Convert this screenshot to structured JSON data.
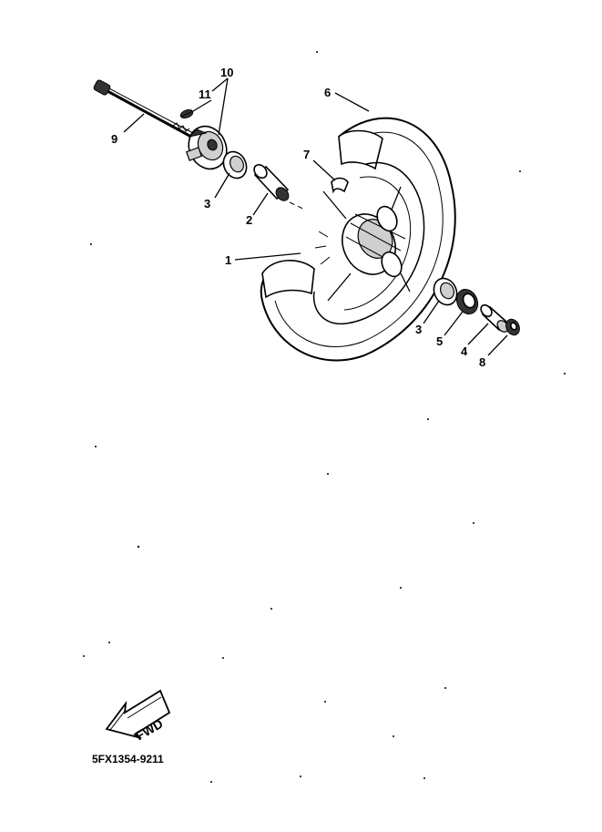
{
  "diagram": {
    "callouts": [
      {
        "id": "label-1",
        "text": "1"
      },
      {
        "id": "label-2",
        "text": "2"
      },
      {
        "id": "label-3a",
        "text": "3"
      },
      {
        "id": "label-3b",
        "text": "3"
      },
      {
        "id": "label-4",
        "text": "4"
      },
      {
        "id": "label-5",
        "text": "5"
      },
      {
        "id": "label-6",
        "text": "6"
      },
      {
        "id": "label-7",
        "text": "7"
      },
      {
        "id": "label-8",
        "text": "8"
      },
      {
        "id": "label-9",
        "text": "9"
      },
      {
        "id": "label-10",
        "text": "10"
      },
      {
        "id": "label-11",
        "text": "11"
      }
    ],
    "direction_arrow_text": "FWD",
    "drawing_code": "5FX1354-9211"
  }
}
